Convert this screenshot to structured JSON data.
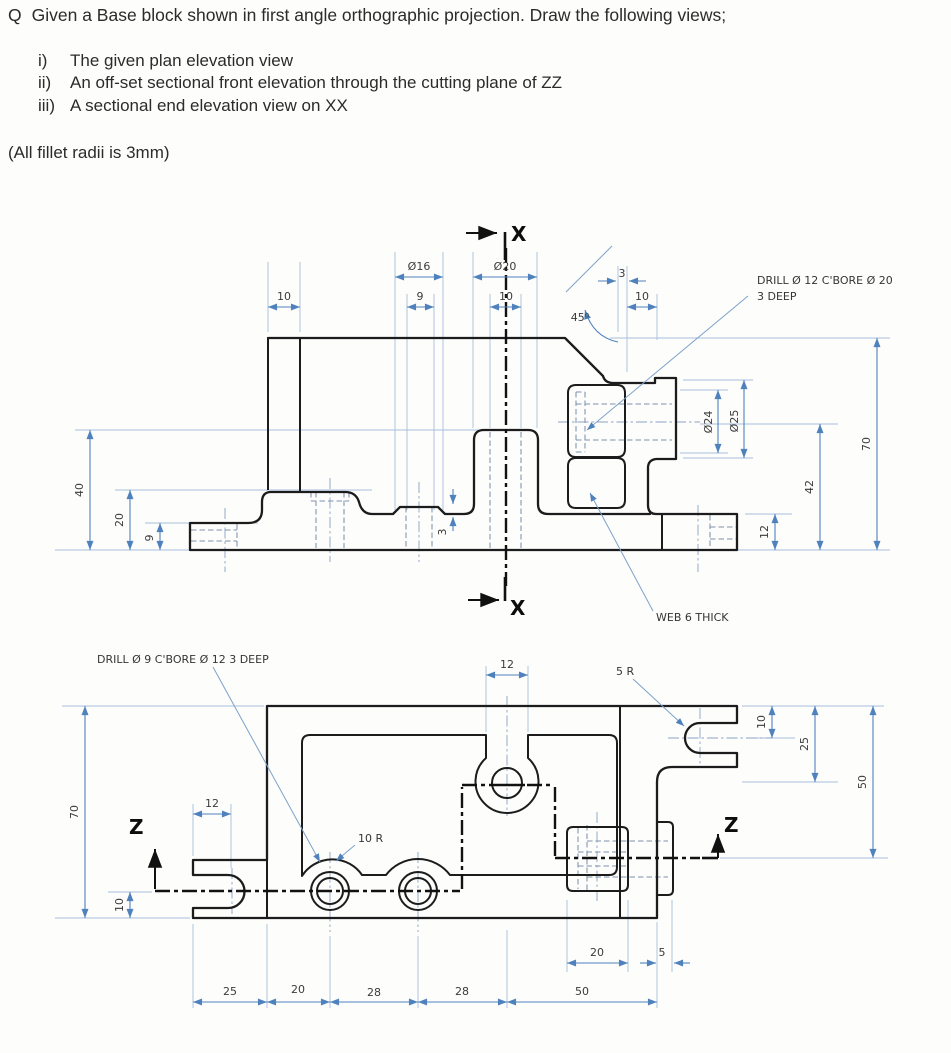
{
  "question": {
    "prefix": "Q",
    "title": "Given a Base block shown in first angle orthographic projection. Draw the following views;",
    "items": [
      {
        "num": "i)",
        "text": "The given plan elevation view"
      },
      {
        "num": "ii)",
        "text": "An off-set sectional front elevation through the cutting plane of ZZ"
      },
      {
        "num": "iii)",
        "text": "A sectional end elevation view on XX"
      }
    ],
    "note": "(All fillet radii is 3mm)"
  },
  "front_view": {
    "section_marker": "X",
    "dims": {
      "wall10": "10",
      "dia16": "Ø16",
      "bore9": "9",
      "dia20": "Ø20",
      "hole10": "10",
      "gap3": "3",
      "right10": "10",
      "angle45": "45⁰",
      "dia24": "Ø24",
      "dia25": "Ø25",
      "h70": "70",
      "h42": "42",
      "h12": "12",
      "h40": "40",
      "h20": "20",
      "h9": "9",
      "pad3": "3"
    },
    "notes": {
      "drill_line1": "DRILL Ø 12  C'BORE  Ø 20",
      "drill_line2": "3 DEEP",
      "web": "WEB 6 THICK"
    }
  },
  "plan_view": {
    "section_marker": "Z",
    "dims": {
      "top12": "12",
      "left12": "12",
      "right10": "10",
      "right25": "25",
      "right50": "50",
      "left70": "70",
      "left10": "10",
      "b25": "25",
      "b20": "20",
      "b28a": "28",
      "b28b": "28",
      "b50": "50",
      "s20": "20",
      "s5": "5"
    },
    "notes": {
      "drill": "DRILL Ø 9  C'BORE  Ø 12   3 DEEP",
      "r5": "5 R",
      "r10": "10 R"
    }
  },
  "colors": {
    "dimension_blue": "#4f81bd",
    "extension_blue": "#a7bfdc",
    "outline_black": "#1c1c1c",
    "background": "#fdfdfc"
  }
}
